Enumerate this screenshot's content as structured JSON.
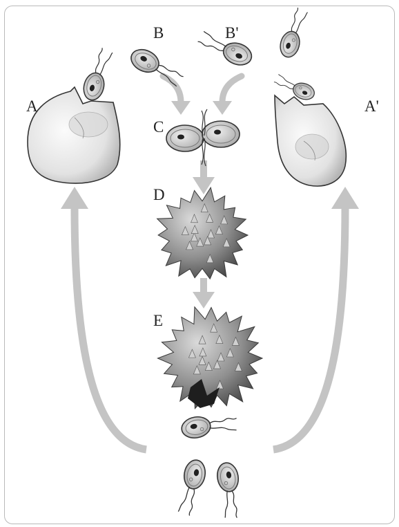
{
  "colors": {
    "arrow": "#c4c4c4",
    "cell_fill": "#cfcfcf",
    "cell_stroke": "#3a3a3a",
    "cyst_fill": "#9c9c9c",
    "sporangium_fill": "#e8e8e8",
    "background": "#ffffff"
  },
  "labels": {
    "a": "A",
    "a_prime": "A'",
    "b": "B",
    "b_prime": "B'",
    "c": "C",
    "d": "D",
    "e": "E"
  },
  "icons": {
    "zoospore": "zoospore-cell-icon",
    "sporangium": "sporangium-icon",
    "cyst": "spiny-cyst-icon",
    "arrow": "cycle-arrow"
  }
}
